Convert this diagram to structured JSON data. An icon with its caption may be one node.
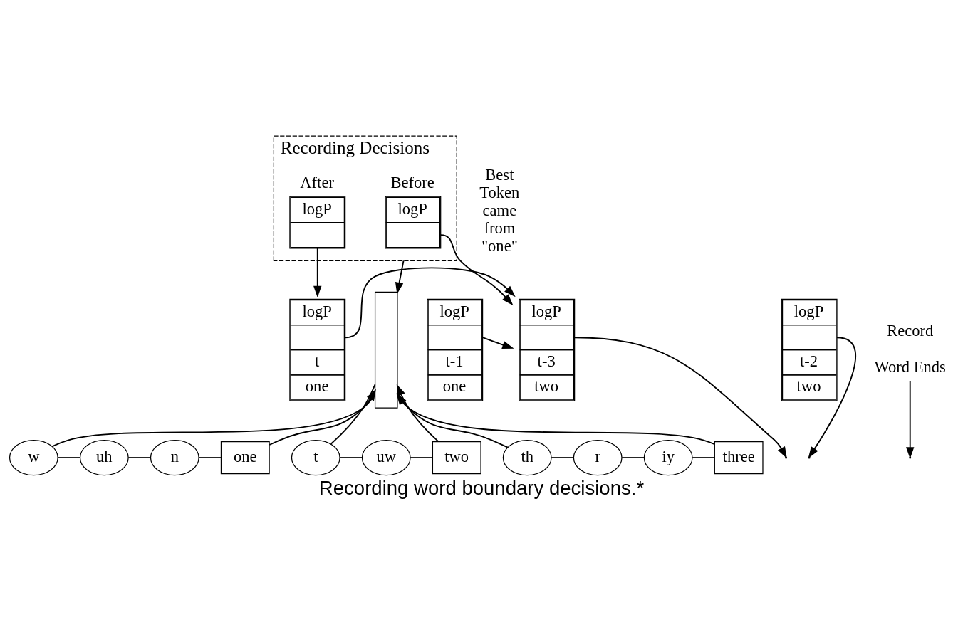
{
  "diagram": {
    "caption": "Recording word boundary decisions.*",
    "nodes": [
      {
        "text": [
          "Recording Decisions"
        ]
      },
      {
        "text": [
          "Before",
          "logP"
        ],
        "in": 0
      },
      {
        "text": [
          "After",
          "logP"
        ],
        "in": 0
      },
      {
        "text": [],
        "shape": "box"
      },
      {
        "text": [
          "w"
        ]
      },
      {
        "text": [
          "uh"
        ]
      },
      {
        "text": [
          "n"
        ]
      },
      {
        "text": [
          "one"
        ]
      },
      {
        "text": [
          "t"
        ]
      },
      {
        "text": [
          "uw"
        ]
      },
      {
        "text": [
          "two"
        ]
      },
      {
        "text": [
          "th"
        ]
      },
      {
        "text": [
          "r"
        ]
      },
      {
        "text": [
          "iy"
        ]
      },
      {
        "text": [
          "three"
        ]
      },
      {
        "text": [
          "logP",
          "t-3",
          "two"
        ]
      },
      {
        "text": [
          "logP",
          "t-2",
          "two"
        ]
      },
      {
        "text": [
          "logP",
          "t-1",
          "one"
        ]
      },
      {
        "text": [
          "logP",
          "t",
          "one"
        ]
      },
      {
        "text": [
          "Record",
          "Word Ends"
        ]
      }
    ],
    "edges": [
      {
        "from": 0,
        "to": 3,
        "arrow": "to"
      },
      {
        "from": 3,
        "to": 4,
        "arrow": "none"
      },
      {
        "from": 4,
        "to": 5,
        "arrow": "none"
      },
      {
        "from": 5,
        "to": 6,
        "arrow": "none"
      },
      {
        "from": 6,
        "to": 7,
        "arrow": "none"
      },
      {
        "from": 3,
        "to": 8,
        "arrow": "none"
      },
      {
        "from": 8,
        "to": 9,
        "arrow": "none"
      },
      {
        "from": 9,
        "to": 10,
        "arrow": "none"
      },
      {
        "from": 3,
        "to": 11,
        "arrow": "none"
      },
      {
        "from": 11,
        "to": 12,
        "arrow": "none"
      },
      {
        "from": 12,
        "to": 13,
        "arrow": "none"
      },
      {
        "from": 13,
        "to": 14,
        "arrow": "none"
      },
      {
        "from": 7,
        "to": 3,
        "arrow": "to"
      },
      {
        "from": 10,
        "to": 3,
        "arrow": "to"
      },
      {
        "from": 14,
        "to": 3,
        "arrow": "to"
      },
      {
        "from": 1,
        "to": 15,
        "arrow": "to"
      },
      {
        "from": 2,
        "to": 18,
        "arrow": "to"
      },
      {
        "from": 15,
        "to": null,
        "arrow": "to"
      },
      {
        "from": 16,
        "to": null,
        "arrow": "to"
      },
      {
        "from": 17,
        "to": 15,
        "arrow": "to"
      },
      {
        "from": 18,
        "to": 15,
        "arrow": "to"
      },
      {
        "from": 19,
        "to": null,
        "arrow": "to"
      }
    ],
    "labels": [
      "Best Token came from \"one\""
    ]
  }
}
